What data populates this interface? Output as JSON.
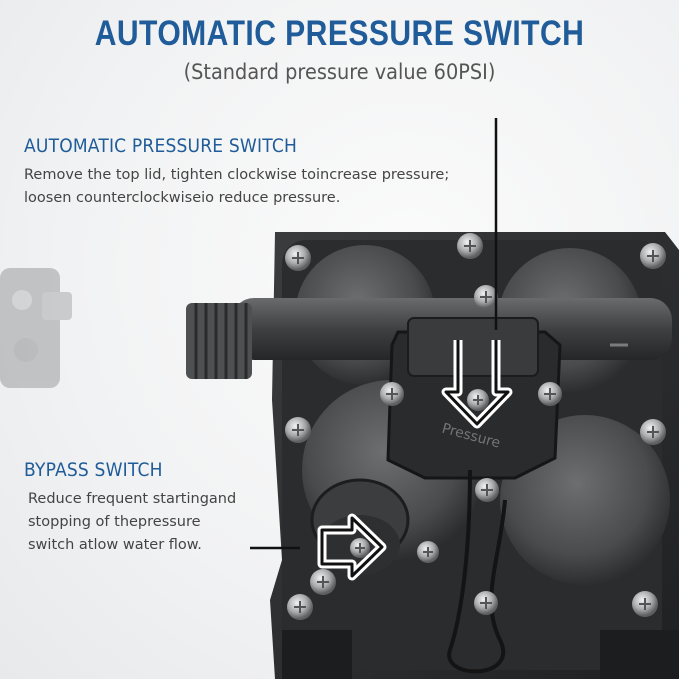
{
  "header": {
    "title": "AUTOMATIC PRESSURE SWITCH",
    "subtitle": "(Standard pressure value 60PSI)"
  },
  "callouts": [
    {
      "heading": "AUTOMATIC PRESSURE SWITCH",
      "lines": [
        "Remove the top lid, tighten clockwise toincrease pressure;",
        "loosen counterclockwiseio reduce pressure."
      ]
    },
    {
      "heading": "BYPASS SWITCH",
      "lines": [
        "Reduce frequent startingand",
        "stopping of thepressure",
        "switch atlow water flow."
      ]
    }
  ],
  "product": {
    "switch_label": "Pressure"
  },
  "colors": {
    "heading": "#1f5c99",
    "body_text": "#444444",
    "background": "#f4f5f6"
  }
}
